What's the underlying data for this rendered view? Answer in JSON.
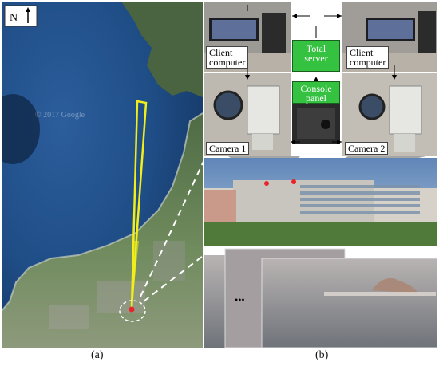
{
  "north_label": "N",
  "watermark": "© 2017 Google",
  "captions": {
    "a": "(a)",
    "b": "(b)"
  },
  "labels": {
    "client_left": "Client\ncomputer",
    "client_right": "Client\ncomputer",
    "total_server": "Total\nserver",
    "console_panel": "Console\npanel",
    "camera1": "Camera 1",
    "camera2": "Camera 2",
    "ellipsis": "•••"
  },
  "colors": {
    "sea": "#1f4d86",
    "land": "#5f7a55",
    "beam": "#f2ee1a",
    "marker": "#e8242a",
    "green_box": "#35c241"
  }
}
